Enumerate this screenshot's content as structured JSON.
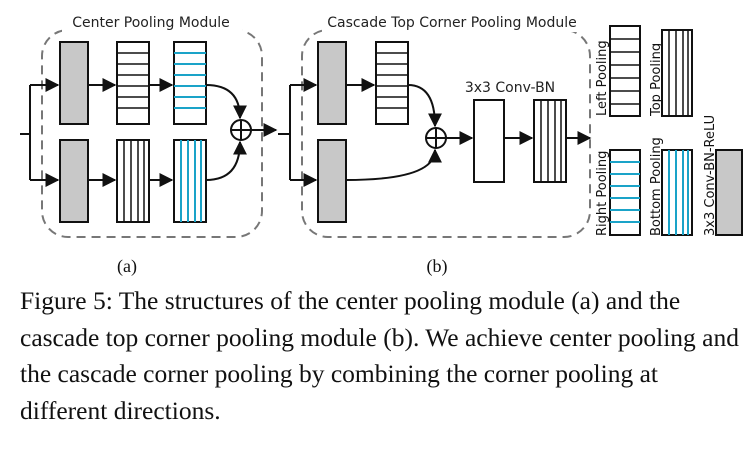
{
  "module_a": {
    "title": "Center Pooling Module",
    "label": "(a)"
  },
  "module_b": {
    "title": "Cascade Top Corner Pooling Module",
    "conv_label": "3x3 Conv-BN",
    "label": "(b)"
  },
  "legend": {
    "left_pooling": "Left Pooling",
    "top_pooling": "Top Pooling",
    "right_pooling": "Right Pooling",
    "bottom_pooling": "Bottom Pooling",
    "conv_bn_relu": "3x3 Conv-BN-ReLU"
  },
  "caption": "Figure 5: The structures of the center pooling module (a) and the cascade top corner pooling module (b). We achieve center pooling and the cascade corner pooling by combining the corner pooling at different directions.",
  "colors": {
    "highlight": "#1aa3c8",
    "gray_block": "#c8c8c8",
    "dashed_border": "#777777"
  }
}
